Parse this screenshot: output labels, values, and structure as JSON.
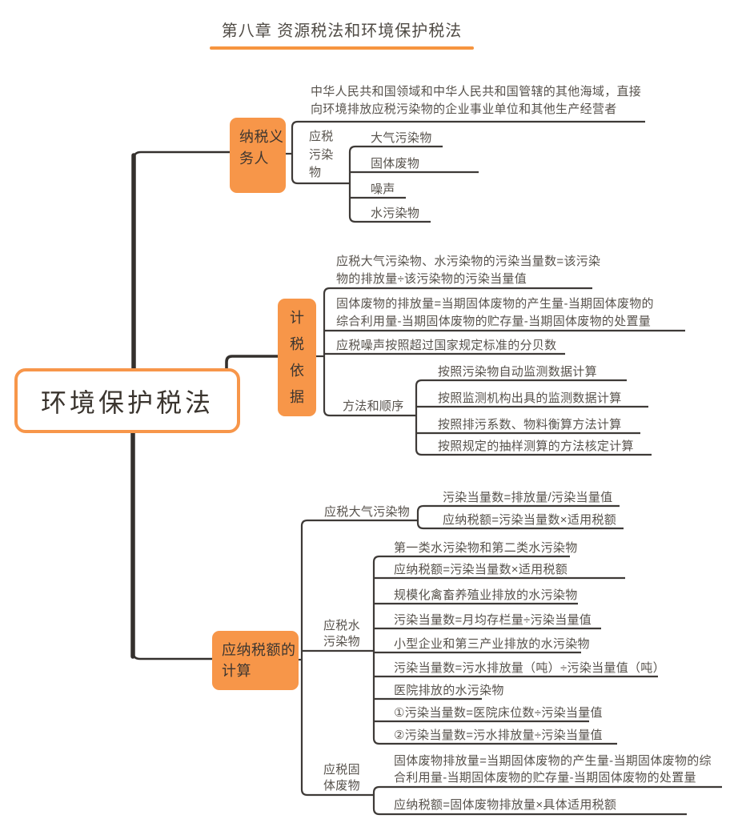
{
  "title": "第八章 资源税法和环境保护税法",
  "root": "环境保护税法",
  "theme": {
    "accent_orange": "#f79649",
    "title_underline_orange": "#f6953f",
    "line_color": "#3e3a37",
    "trunk_color": "#34302d",
    "leaf_text_color": "#57524c",
    "box_text_color": "#3d3630"
  },
  "b1": {
    "label": "纳税义务人",
    "scope": "中华人民共和国领域和中华人民共和国管辖的其他海域，直接向环境排放应税污染物的企业事业单位和其他生产经营者",
    "pollutants": {
      "label": "应税污染物",
      "items": [
        "大气污染物",
        "固体废物",
        "噪声",
        "水污染物"
      ]
    }
  },
  "b2": {
    "label": "计税依据",
    "rules": [
      "应税大气污染物、水污染物的污染当量数=该污染物的排放量÷该污染物的污染当量值",
      "固体废物的排放量=当期固体废物的产生量-当期固体废物的综合利用量-当期固体废物的贮存量-当期固体废物的处置量",
      "应税噪声按照超过国家规定标准的分贝数"
    ],
    "methods": {
      "label": "方法和顺序",
      "items": [
        "按照污染物自动监测数据计算",
        "按照监测机构出具的监测数据计算",
        "按照排污系数、物料衡算方法计算",
        "按照规定的抽样测算的方法核定计算"
      ]
    }
  },
  "b3": {
    "label": "应纳税额的计算",
    "air": {
      "label": "应税大气污染物",
      "items": [
        "污染当量数=排放量/污染当量值",
        "应纳税额=污染当量数×适用税额"
      ]
    },
    "water": {
      "label": "应税水污染物",
      "items": [
        "第一类水污染物和第二类水污染物",
        "应纳税额=污染当量数×适用税额",
        "规模化禽畜养殖业排放的水污染物",
        "污染当量数=月均存栏量÷污染当量值",
        "小型企业和第三产业排放的水污染物",
        "污染当量数=污水排放量（吨）÷污染当量值（吨）",
        "医院排放的水污染物",
        "①污染当量数=医院床位数÷污染当量值",
        "②污染当量数=污水排放量÷污染当量值"
      ]
    },
    "solid": {
      "label": "应税固体废物",
      "items": [
        "固体废物排放量=当期固体废物的产生量-当期固体废物的综合利用量-当期固体废物的贮存量-当期固体废物的处置量",
        "应纳税额=固体废物排放量×具体适用税额"
      ]
    }
  }
}
